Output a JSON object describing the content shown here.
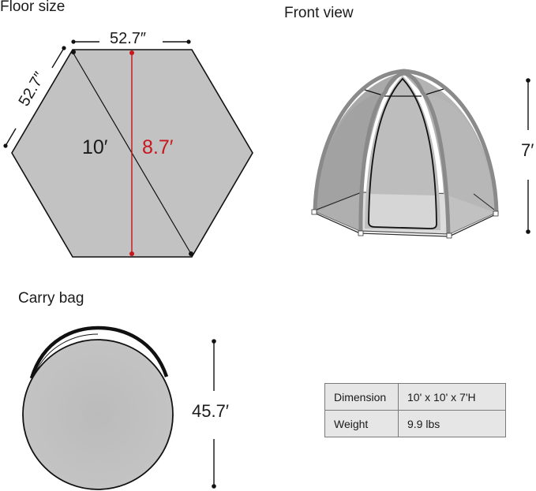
{
  "sections": {
    "floor_size": {
      "title": "Floor size"
    },
    "front_view": {
      "title": "Front view"
    },
    "carry_bag": {
      "title": "Carry bag"
    }
  },
  "floor": {
    "edge_top": "52.7″",
    "edge_side": "52.7″",
    "diagonal": "10′",
    "flat_width": "8.7′",
    "colors": {
      "fill": "#c2c2c2",
      "outline": "#111111",
      "highlight": "#c8161d"
    }
  },
  "front": {
    "height": "7′"
  },
  "bag": {
    "height": "45.7′"
  },
  "specs": {
    "rows": [
      {
        "key": "Dimension",
        "value": "10' x 10' x 7'H"
      },
      {
        "key": "Weight",
        "value": "9.9 lbs"
      }
    ]
  }
}
